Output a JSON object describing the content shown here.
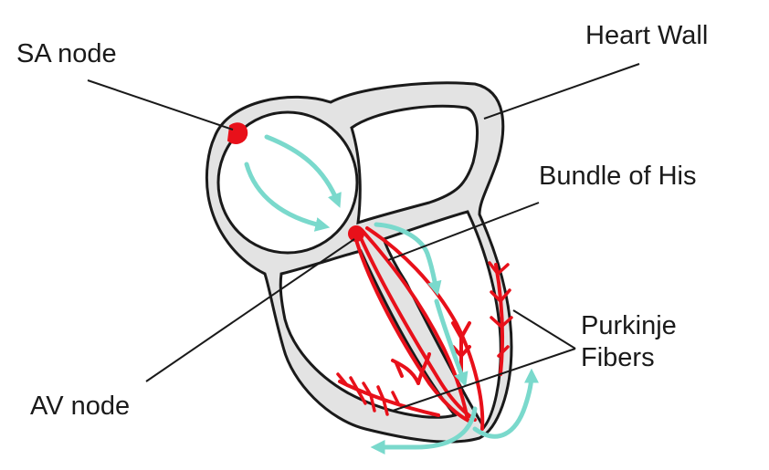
{
  "labels": {
    "sa_node": "SA node",
    "heart_wall": "Heart Wall",
    "bundle_of_his": "Bundle of His",
    "purkinje_line1": "Purkinje",
    "purkinje_line2": "Fibers",
    "av_node": "AV node"
  },
  "colors": {
    "wall_fill": "#e3e3e3",
    "outline": "#1a1a1a",
    "conduction": "#e8101a",
    "arrow": "#7ad9cc",
    "background": "#ffffff"
  }
}
